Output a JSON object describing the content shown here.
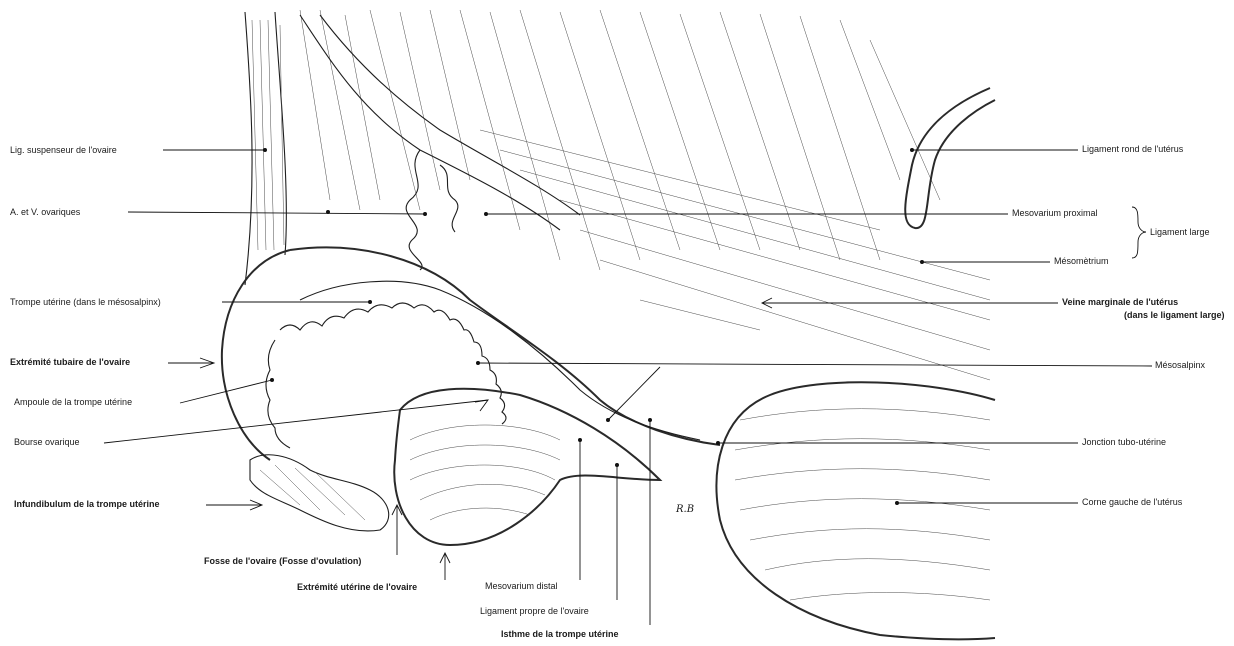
{
  "figure": {
    "labels_left": {
      "lig_suspenseur": "Lig. suspenseur de l'ovaire",
      "a_v_ovariques": "A. et V. ovariques",
      "trompe_uterine": "Trompe utérine (dans le mésosalpinx)",
      "extremite_tubaire": "Extrémité tubaire de l'ovaire",
      "ampoule": "Ampoule de la trompe utérine",
      "bourse_ovarique": "Bourse ovarique",
      "infundibulum": "Infundibulum de la trompe utérine"
    },
    "labels_right": {
      "ligament_rond": "Ligament rond de l'utérus",
      "mesovarium_proximal": "Mesovarium proximal",
      "ligament_large": "Ligament large",
      "mesometrium": "Mésomètrium",
      "veine_marginale_1": "Veine marginale de l'utérus",
      "veine_marginale_2": "(dans le ligament large)",
      "mesosalpinx": "Mésosalpinx",
      "jonction": "Jonction tubo-utérine",
      "corne_gauche": "Corne gauche de l'utérus"
    },
    "labels_bottom": {
      "fosse_1": "Fosse de l'ovaire (Fosse d'ovulation)",
      "extremite_uterine": "Extrémité utérine de l'ovaire",
      "mesovarium_distal": "Mesovarium distal",
      "ligament_propre": "Ligament propre de l'ovaire",
      "isthme": "Isthme de la trompe utérine"
    },
    "signature": "R.B"
  }
}
